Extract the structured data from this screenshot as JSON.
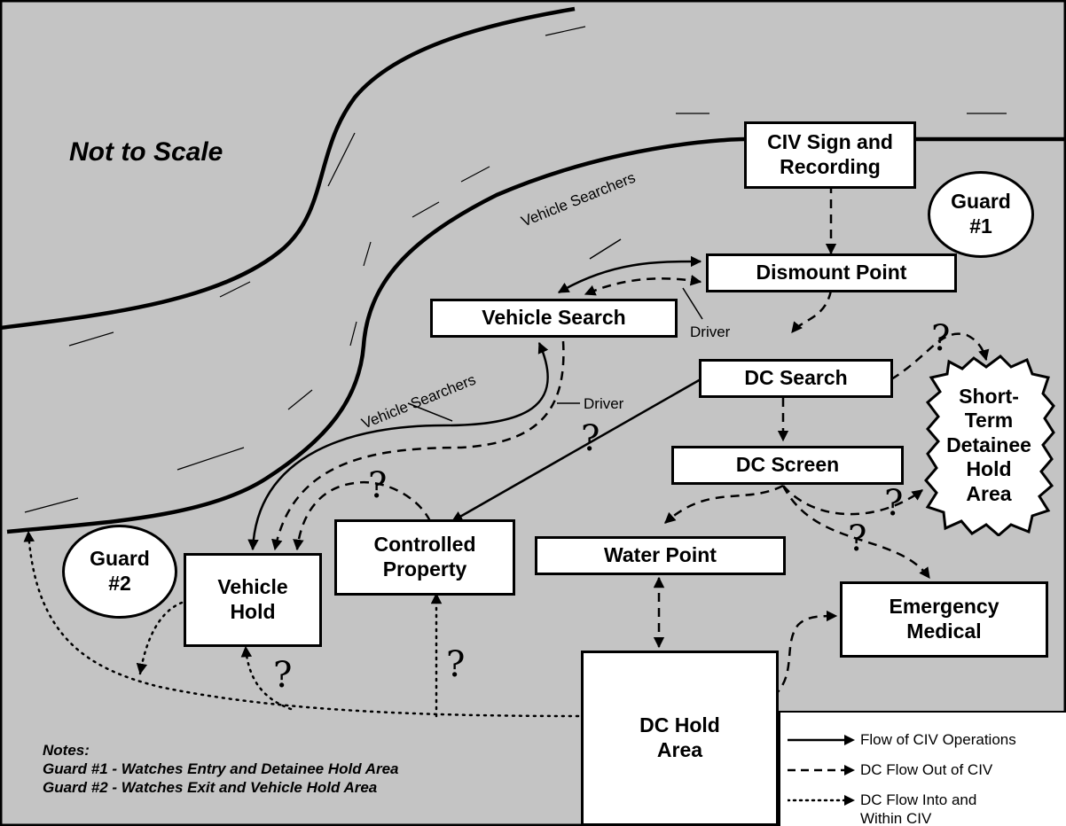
{
  "title": "Not to Scale",
  "boxes": {
    "civ_sign": "CIV Sign and\nRecording",
    "dismount": "Dismount Point",
    "vehicle_search": "Vehicle Search",
    "dc_search": "DC Search",
    "dc_screen": "DC Screen",
    "water_point": "Water Point",
    "controlled_property": "Controlled\nProperty",
    "vehicle_hold": "Vehicle\nHold",
    "dc_hold": "DC Hold\nArea",
    "emergency": "Emergency\nMedical",
    "short_term": "Short-\nTerm\nDetainee\nHold\nArea"
  },
  "guards": {
    "guard1": "Guard\n#1",
    "guard2": "Guard\n#2"
  },
  "labels": {
    "vs_top": "Vehicle Searchers",
    "vs_bottom": "Vehicle Searchers",
    "driver_top": "Driver",
    "driver_bottom": "Driver",
    "question": "?"
  },
  "notes": {
    "heading": "Notes:",
    "line1": "Guard #1 - Watches Entry and Detainee Hold Area",
    "line2": "Guard #2 - Watches Exit and Vehicle Hold Area"
  },
  "legend": {
    "solid": "Flow of CIV Operations",
    "dashed": "DC Flow Out of CIV",
    "dotted": "DC Flow Into and\nWithin CIV"
  },
  "colors": {
    "background": "#c4c4c4",
    "box_fill": "#ffffff",
    "ink": "#000000"
  }
}
